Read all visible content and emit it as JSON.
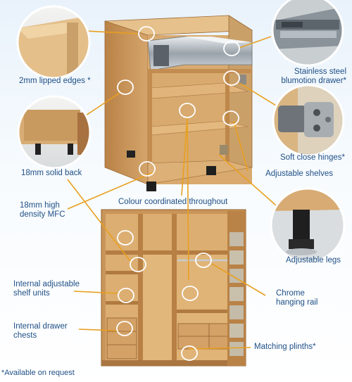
{
  "labels": {
    "lipped_edges": "2mm lipped edges *",
    "solid_back": "18mm solid back",
    "mfc_line1": "18mm high",
    "mfc_line2": "density MFC",
    "stainless_line1": "Stainless steel",
    "stainless_line2": "blumotion drawer*",
    "soft_close": "Soft close hinges*",
    "adjustable_shelves": "Adjustable shelves",
    "colour_coordinated": "Colour coordinated throughout",
    "adjustable_legs": "Adjustable legs",
    "shelf_units_line1": "Internal adjustable",
    "shelf_units_line2": "shelf units",
    "chrome_line1": "Chrome",
    "chrome_line2": "hanging rail",
    "drawer_line1": "Internal drawer",
    "drawer_line2": "chests",
    "matching_plinths": "Matching plinths*"
  },
  "footnote": "*Available on request",
  "colors": {
    "label_text": "#1f4f86",
    "callout_line": "#e8a020",
    "wood_light": "#dcb27c",
    "wood_mid": "#c9975d",
    "wood_dark": "#a8733f",
    "background_top": "#e9f2fb"
  }
}
